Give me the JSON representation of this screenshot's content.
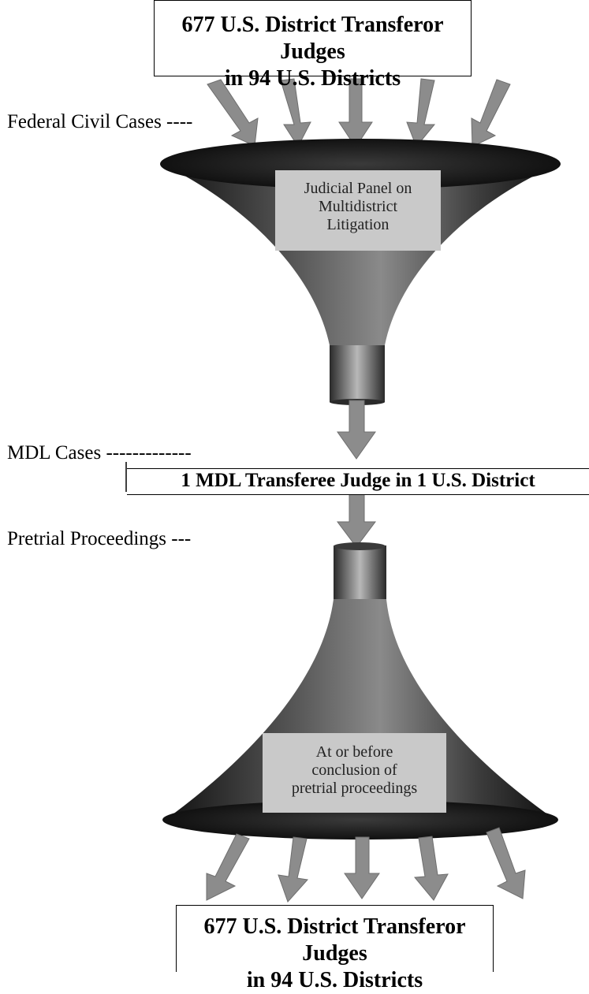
{
  "top_box": {
    "line1": "677 U.S. District Transferor Judges",
    "line2": "in 94 U.S. Districts"
  },
  "labels": {
    "federal_civil_cases": "Federal Civil Cases ----",
    "mdl_cases": "MDL Cases -------------",
    "pretrial_proceedings": "Pretrial Proceedings ---"
  },
  "upper_funnel": {
    "line1": "Judicial Panel on",
    "line2": "Multidistrict",
    "line3": "Litigation"
  },
  "middle_box": {
    "text": "1 MDL Transferee Judge in 1 U.S. District"
  },
  "lower_funnel": {
    "line1": "At or before",
    "line2": "conclusion of",
    "line3": "pretrial proceedings"
  },
  "bottom_box": {
    "line1": "677 U.S. District Transferor Judges",
    "line2": "in 94 U.S. Districts"
  },
  "colors": {
    "funnel_dark": "#1a1a1a",
    "funnel_mid": "#7a7a7a",
    "arrow": "#8c8c8c",
    "panel": "#c9c9c9"
  }
}
